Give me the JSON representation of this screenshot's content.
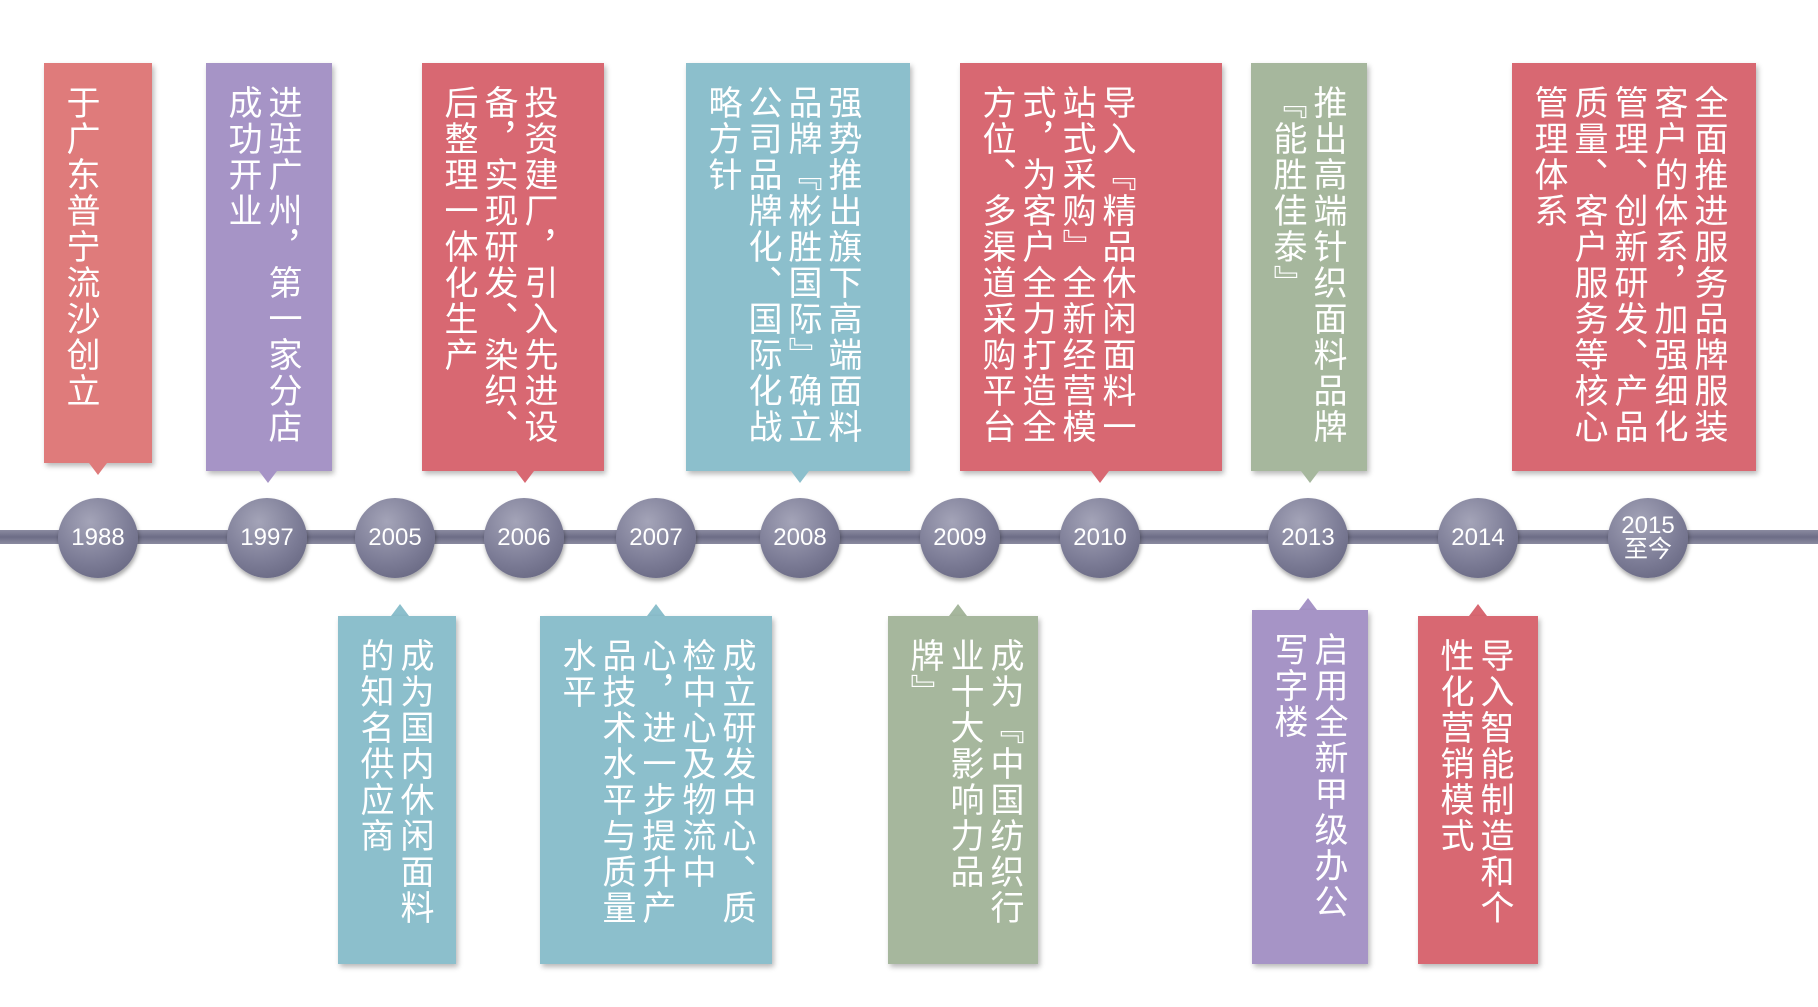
{
  "colors": {
    "salmon": "#df7b7b",
    "lavender": "#a694c6",
    "rose": "#d86872",
    "teal": "#8cbfcc",
    "sage": "#a6b79d",
    "axis": "#75758e",
    "node": "#7c7c96"
  },
  "timeline": {
    "years": [
      {
        "label": "1988"
      },
      {
        "label": "1997"
      },
      {
        "label": "2005"
      },
      {
        "label": "2006"
      },
      {
        "label": "2007"
      },
      {
        "label": "2008"
      },
      {
        "label": "2009"
      },
      {
        "label": "2010"
      },
      {
        "label": "2013"
      },
      {
        "label": "2014"
      },
      {
        "label": "2015",
        "sub": "至今"
      }
    ],
    "events_top": [
      {
        "text": "于广东普宁流沙创立",
        "color": "salmon"
      },
      {
        "text": "进驻广州，第一家分店成功开业",
        "color": "lavender"
      },
      {
        "text": "投资建厂，引入先进设备，实现研发、染织、后整理一体化生产",
        "color": "rose"
      },
      {
        "text": "强势推出旗下高端面料品牌『彬胜国际』确立公司品牌化、国际化战略方针",
        "color": "teal"
      },
      {
        "text": "导入『精品休闲面料一站式采购』全新经营模式，为客户全力打造全方位、多渠道采购平台",
        "color": "rose"
      },
      {
        "text": "推出高端针织面料品牌『能胜佳泰』",
        "color": "sage"
      },
      {
        "text": "全面推进服务品牌服装客户的体系，加强细化管理、创新研发、产品质量、客户服务等核心管理体系",
        "color": "rose"
      }
    ],
    "events_bottom": [
      {
        "text": "成为国内休闲面料的知名供应商",
        "color": "teal"
      },
      {
        "text": "成立研发中心、质检中心及物流中心，进一步提升产品技术水平与质量水平",
        "color": "teal"
      },
      {
        "text": "成为『中国纺织行业十大影响力品牌』",
        "color": "sage"
      },
      {
        "text": "启用全新甲级办公写字楼",
        "color": "lavender"
      },
      {
        "text": "导入智能制造和个性化营销模式",
        "color": "rose"
      }
    ]
  }
}
